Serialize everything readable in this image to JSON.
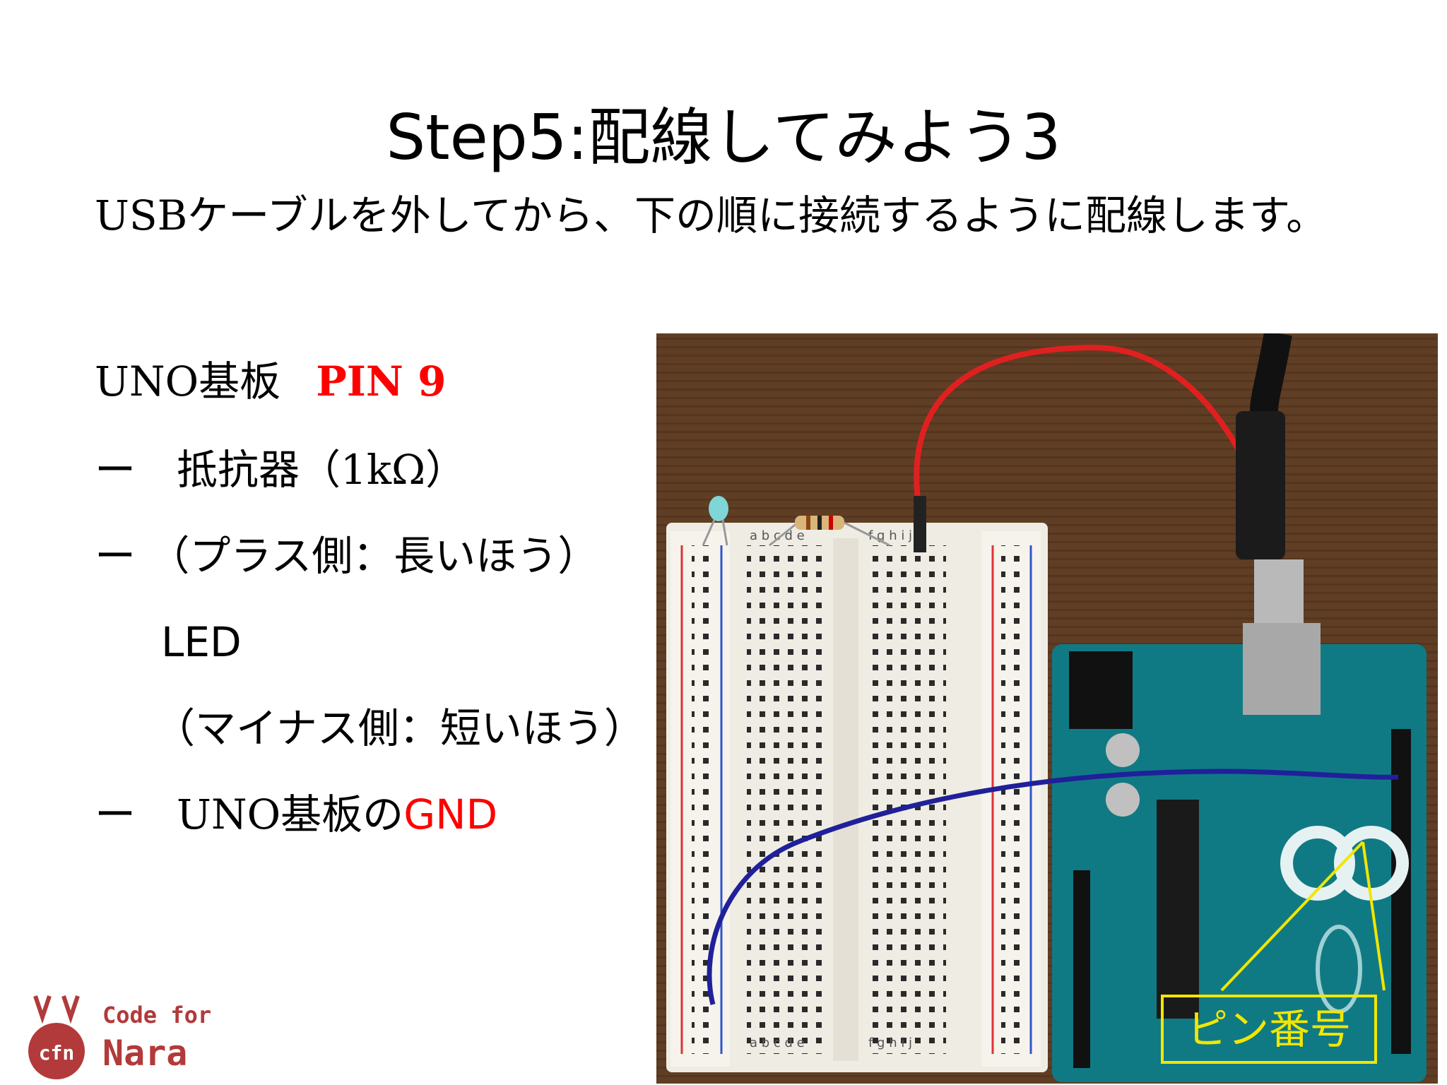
{
  "slide": {
    "title": "Step5:配線してみよう3",
    "subtitle": "USBケーブルを外してから、下の順に接続するように配線します。"
  },
  "steps": {
    "line1_prefix": "UNO基板",
    "line1_pin": "PIN 9",
    "line2": "ー　抵抗器（1kΩ）",
    "line3": "ー （プラス側：長いほう）",
    "line4": "LED",
    "line5": "（マイナス側：短いほう）",
    "line6_prefix": "ー　UNO基板の",
    "line6_gnd": "GND"
  },
  "photo": {
    "pin_label": "ピン番号",
    "breadboard_letters_left": "a b c d e",
    "breadboard_letters_right": "f g h i j"
  },
  "logo": {
    "code_for": "Code for",
    "nara": "Nara",
    "cfn": "cfn"
  },
  "colors": {
    "accent_red": "#ff0000",
    "label_yellow": "#f2e600",
    "logo_red": "#b23a3a"
  }
}
